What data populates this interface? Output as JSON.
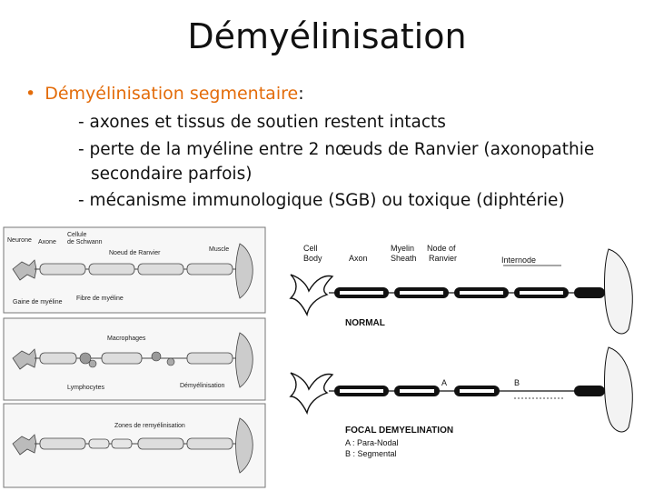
{
  "title": "Démyélinisation",
  "bullet": {
    "heading": "Démyélinisation segmentaire",
    "colon": ":"
  },
  "lines": [
    "- axones et tissus de soutien restent intacts",
    "- perte de la myéline entre 2 nœuds de Ranvier (axonopathie",
    "secondaire parfois)",
    "- mécanisme immunologique (SGB) ou toxique (diphtérie)"
  ],
  "left_figure": {
    "panel1": {
      "neurone": "Neurone",
      "axone": "Axone",
      "schwann1": "Cellule",
      "schwann2": "de Schwann",
      "ranvier": "Noeud de Ranvier",
      "muscle": "Muscle",
      "gaine": "Gaine de myéline",
      "fibre": "Fibre de myéline"
    },
    "panel2": {
      "macrophages": "Macrophages",
      "lymphocytes": "Lymphocytes",
      "demyel": "Démyélinisation"
    },
    "panel3": {
      "zones": "Zones de remyélinisation"
    }
  },
  "right_figure": {
    "cell_body1": "Cell",
    "cell_body2": "Body",
    "axon": "Axon",
    "myelin1": "Myelin",
    "myelin2": "Sheath",
    "node1": "Node of",
    "node2": "Ranvier",
    "internode": "Internode",
    "normal": "NORMAL",
    "a": "A",
    "b": "B",
    "focal": "FOCAL DEMYELINATION",
    "legend_a": "A : Para-Nodal",
    "legend_b": "B : Segmental"
  }
}
